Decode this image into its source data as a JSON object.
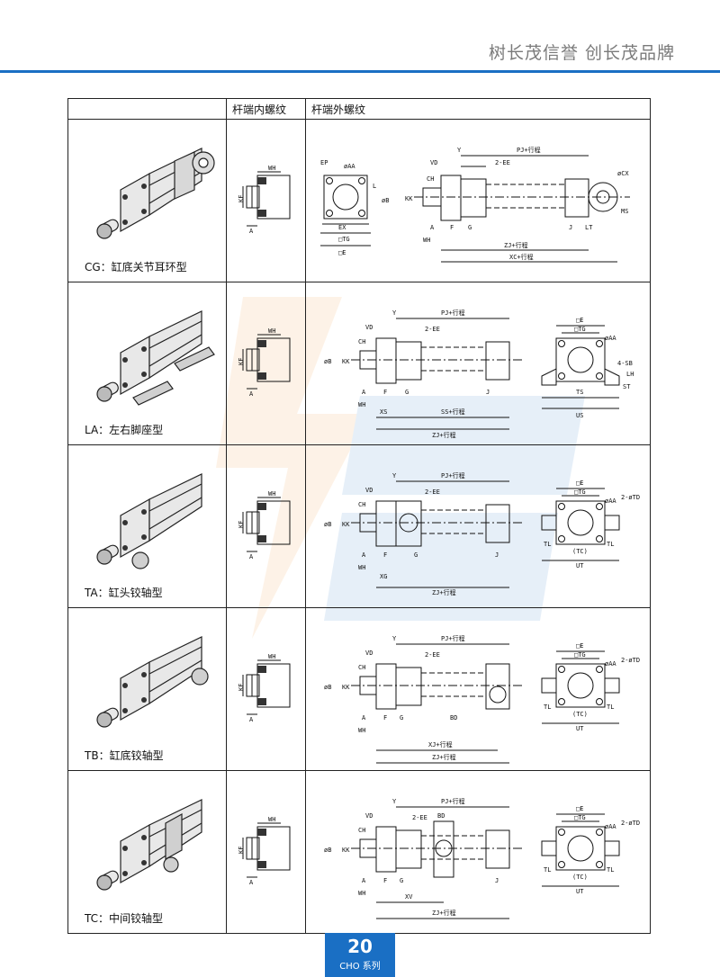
{
  "header": {
    "slogan": "树长茂信誉  创长茂品牌"
  },
  "table": {
    "col_headers": [
      "",
      "杆端内螺纹",
      "杆端外螺纹"
    ],
    "rows": [
      {
        "model": "CG：缸底关节耳环型"
      },
      {
        "model": "LA：左右脚座型"
      },
      {
        "model": "TA：缸头铰轴型"
      },
      {
        "model": "TB：缸底铰轴型"
      },
      {
        "model": "TC：中间铰轴型"
      }
    ]
  },
  "inner_dims": {
    "wh": "WH",
    "kf": "KF",
    "a": "A"
  },
  "cg_dims": {
    "ep": "EP",
    "aa": "øAA",
    "ex": "EX",
    "tg": "□TG",
    "e": "□E",
    "l": "L",
    "b": "øB",
    "y": "Y",
    "pj": "PJ+行程",
    "vd": "VD",
    "ee": "2-EE",
    "ch": "CH",
    "kk": "KK",
    "a": "A",
    "f": "F",
    "g": "G",
    "wh": "WH",
    "j": "J",
    "lt": "LT",
    "zj": "ZJ+行程",
    "xc": "XC+行程",
    "cx": "øCX",
    "ms": "MS"
  },
  "la_dims": {
    "y": "Y",
    "pj": "PJ+行程",
    "vd": "VD",
    "ee": "2-EE",
    "ch": "CH",
    "b": "øB",
    "kk": "KK",
    "a": "A",
    "f": "F",
    "g": "G",
    "j": "J",
    "wh": "WH",
    "xs": "XS",
    "ss": "SS+行程",
    "zj": "ZJ+行程",
    "e": "□E",
    "tg": "□TG",
    "aa": "øAA",
    "sb": "4-SB",
    "lh": "LH",
    "st": "ST",
    "ts": "TS",
    "us": "US"
  },
  "ta_dims": {
    "y": "Y",
    "pj": "PJ+行程",
    "vd": "VD",
    "ee": "2-EE",
    "ch": "CH",
    "b": "øB",
    "kk": "KK",
    "a": "A",
    "f": "F",
    "g": "G",
    "j": "J",
    "wh": "WH",
    "xg": "XG",
    "zj": "ZJ+行程",
    "e": "□E",
    "tg": "□TG",
    "aa": "øAA",
    "td": "2-øTD",
    "tl": "TL",
    "tc": "(TC)",
    "ut": "UT"
  },
  "tb_dims": {
    "y": "Y",
    "pj": "PJ+行程",
    "vd": "VD",
    "ee": "2-EE",
    "ch": "CH",
    "b": "øB",
    "kk": "KK",
    "a": "A",
    "f": "F",
    "g": "G",
    "bd": "BD",
    "wh": "WH",
    "xj": "XJ+行程",
    "zj": "ZJ+行程",
    "e": "□E",
    "tg": "□TG",
    "aa": "øAA",
    "td": "2-øTD",
    "tl": "TL",
    "tc": "(TC)",
    "ut": "UT"
  },
  "tc_dims": {
    "y": "Y",
    "pj": "PJ+行程",
    "vd": "VD",
    "ee": "2-EE",
    "bd": "BD",
    "ch": "CH",
    "b": "øB",
    "kk": "KK",
    "a": "A",
    "f": "F",
    "g": "G",
    "j": "J",
    "wh": "WH",
    "xv": "XV",
    "zj": "ZJ+行程",
    "e": "□E",
    "tg": "□TG",
    "aa": "øAA",
    "td": "2-øTD",
    "tl": "TL",
    "tc": "(TC)",
    "ut": "UT"
  },
  "footer": {
    "page_number": "20",
    "series": "CHO 系列"
  }
}
